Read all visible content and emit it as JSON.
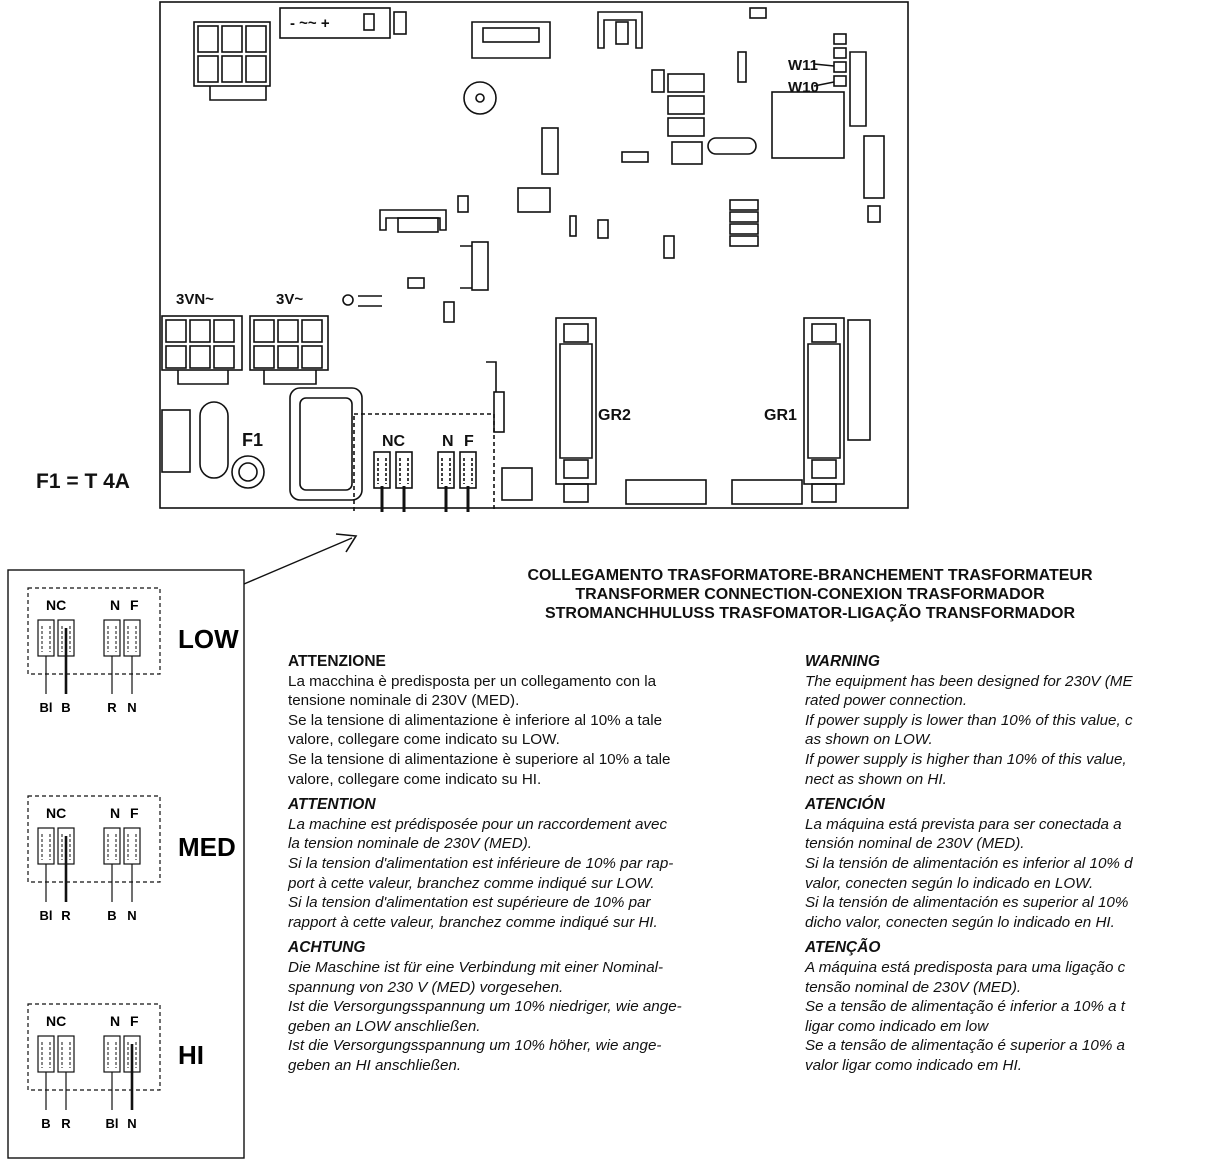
{
  "board": {
    "connectors": {
      "vn3": "3VN~",
      "v3": "3V~",
      "f1": "F1",
      "gr2": "GR2",
      "gr1": "GR1",
      "nc": "NC",
      "n": "N",
      "f": "F",
      "w11": "W11",
      "w10": "W10",
      "dc": "- ~~ +"
    }
  },
  "fuse_label": "F1 = T 4A",
  "callout": {
    "configs": [
      {
        "mode": "LOW",
        "nc": "NC",
        "n": "N",
        "f": "F",
        "wires": [
          "Bl",
          "B",
          "R",
          "N"
        ]
      },
      {
        "mode": "MED",
        "nc": "NC",
        "n": "N",
        "f": "F",
        "wires": [
          "Bl",
          "R",
          "B",
          "N"
        ]
      },
      {
        "mode": "HI",
        "nc": "NC",
        "n": "N",
        "f": "F",
        "wires": [
          "B",
          "R",
          "Bl",
          "N"
        ]
      }
    ]
  },
  "titles": [
    "COLLEGAMENTO TRASFORMATORE-BRANCHEMENT TRASFORMATEUR",
    "TRANSFORMER CONNECTION-CONEXION TRASFORMADOR",
    "STROMANCHHULUSS TRASFOMATOR-LIGAÇÃO TRANSFORMADOR"
  ],
  "sections_left": [
    {
      "heading": "ATTENZIONE",
      "italic": false,
      "lines": [
        "La macchina è predisposta per un collegamento con la",
        "tensione nominale di 230V (MED).",
        "Se la tensione di alimentazione è inferiore al 10% a tale",
        "valore, collegare come indicato su LOW.",
        "Se la tensione di alimentazione è superiore al 10% a tale",
        "valore, collegare come indicato su HI."
      ]
    },
    {
      "heading": "ATTENTION",
      "italic": true,
      "lines": [
        "La machine est prédisposée pour un raccordement avec",
        "la tension nominale de 230V (MED).",
        "Si la tension d'alimentation est inférieure de 10% par rap-",
        "port à cette valeur, branchez comme indiqué sur LOW.",
        "Si la  tension d'alimentation est supérieure de 10% par",
        "rapport à cette valeur, branchez comme indiqué sur HI."
      ]
    },
    {
      "heading": "ACHTUNG",
      "italic": true,
      "lines": [
        "Die Maschine ist für eine Verbindung mit einer Nominal-",
        "spannung von 230 V  (MED) vorgesehen.",
        "Ist die Versorgungsspannung um 10% niedriger, wie ange-",
        "geben an LOW anschließen.",
        "Ist  die Versorgungsspannung  um  10% höher, wie ange-",
        "geben an HI anschließen."
      ]
    }
  ],
  "sections_right": [
    {
      "heading": "WARNING",
      "italic": true,
      "lines": [
        "The equipment has been designed for 230V (ME",
        "rated power connection.",
        "If power supply is lower than 10% of this value, c",
        "as shown on LOW.",
        "If power supply is higher than 10% of this value,",
        "nect as shown on HI."
      ]
    },
    {
      "heading": "ATENCIÓN",
      "italic": true,
      "lines": [
        "La máquina está prevista para ser conectada a",
        "tensión nominal de 230V (MED).",
        "Si la tensión de alimentación es inferior al 10% d",
        "valor, conecten según lo indicado en LOW.",
        "Si la tensión de alimentación es superior al 10%",
        "dicho valor, conecten según lo indicado en HI."
      ]
    },
    {
      "heading": "ATENÇÃO",
      "italic": true,
      "lines": [
        "A máquina está predisposta para uma ligação c",
        "tensão nominal de 230V (MED).",
        "Se a tensão de alimentação é inferior a 10% a t",
        "ligar como indicado em low",
        "Se a tensão de alimentação é superior a 10% a",
        "valor ligar como indicado em HI."
      ]
    }
  ]
}
